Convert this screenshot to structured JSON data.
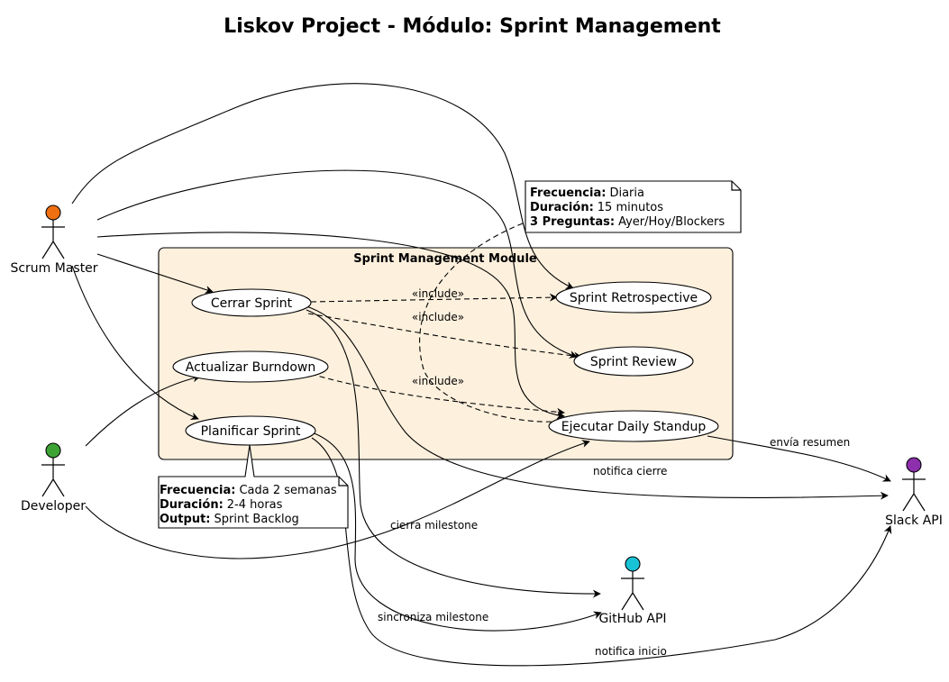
{
  "title": "Liskov Project - Módulo: Sprint Management",
  "package": {
    "title": "Sprint Management Module"
  },
  "actors": {
    "scrum_master": {
      "label": "Scrum Master",
      "color": "#f07011"
    },
    "developer": {
      "label": "Developer",
      "color": "#3da335"
    },
    "slack_api": {
      "label": "Slack API",
      "color": "#8e2fae"
    },
    "github_api": {
      "label": "GitHub API",
      "color": "#18c3d6"
    }
  },
  "use_cases": {
    "cerrar_sprint": "Cerrar Sprint",
    "actualizar_burndown": "Actualizar Burndown",
    "planificar_sprint": "Planificar Sprint",
    "sprint_retrospective": "Sprint Retrospective",
    "sprint_review": "Sprint Review",
    "ejecutar_daily_standup": "Ejecutar Daily Standup"
  },
  "edge_labels": {
    "include_1": "«include»",
    "include_2": "«include»",
    "include_3": "«include»",
    "envia_resumen": "envía resumen",
    "notifica_cierre": "notifica cierre",
    "cierra_milestone": "cierra milestone",
    "sincroniza_milestone": "sincroniza milestone",
    "notifica_inicio": "notifica inicio"
  },
  "notes": {
    "standup": [
      {
        "key": "Frecuencia:",
        "value": "Diaria"
      },
      {
        "key": "Duración:",
        "value": "15 minutos"
      },
      {
        "key": "3 Preguntas:",
        "value": "Ayer/Hoy/Blockers"
      }
    ],
    "planning": [
      {
        "key": "Frecuencia:",
        "value": "Cada 2 semanas"
      },
      {
        "key": "Duración:",
        "value": "2-4 horas"
      },
      {
        "key": "Output:",
        "value": "Sprint Backlog"
      }
    ]
  }
}
